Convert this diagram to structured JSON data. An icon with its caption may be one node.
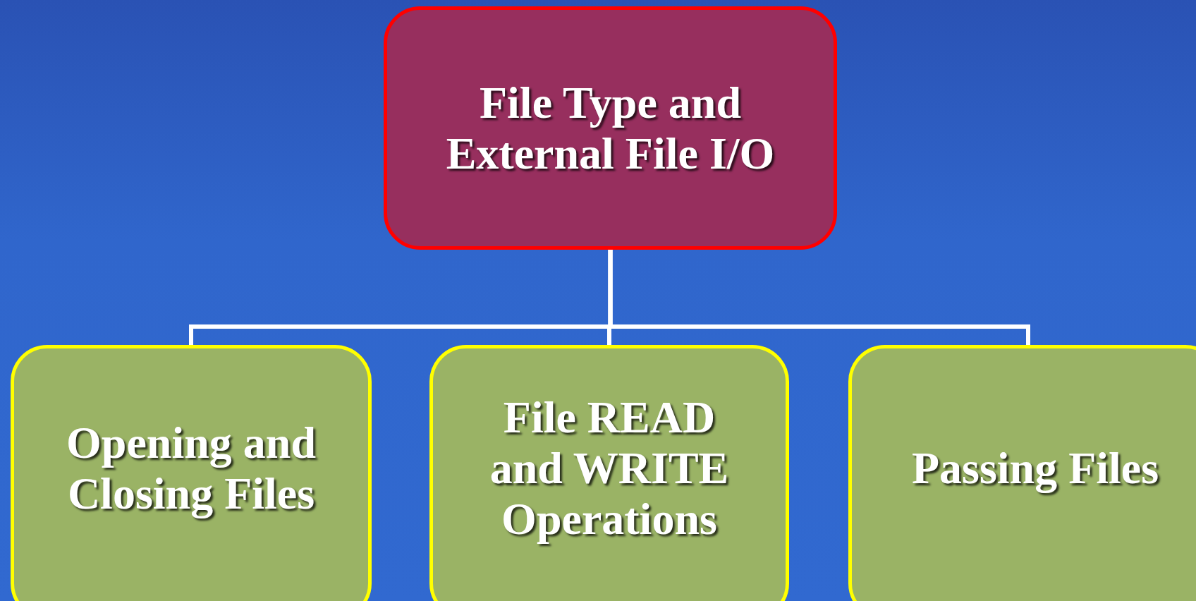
{
  "diagram": {
    "nodes": [
      {
        "text": [
          "File Type and External File I/O"
        ]
      },
      {
        "text": [
          "Opening and Closing Files"
        ]
      },
      {
        "text": [
          "File READ and WRITE Operations"
        ]
      },
      {
        "text": [
          "Passing Files"
        ]
      }
    ],
    "edges": [
      {
        "from": 0,
        "to": 1,
        "arrow": "none"
      },
      {
        "from": 0,
        "to": 2,
        "arrow": "none"
      },
      {
        "from": 0,
        "to": 3,
        "arrow": "none"
      }
    ]
  }
}
